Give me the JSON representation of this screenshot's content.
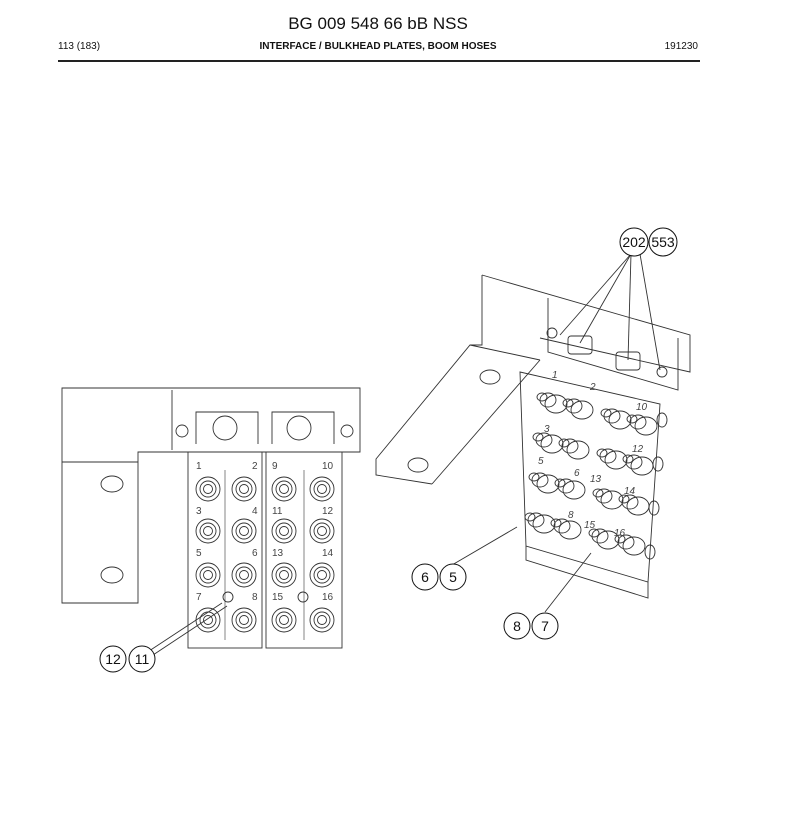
{
  "header": {
    "doc_title": "BG 009 548 66 bB NSS",
    "page": "113 (183)",
    "section_title": "INTERFACE / BULKHEAD PLATES, BOOM HOSES",
    "doc_date": "191230"
  },
  "callouts": {
    "left_a": "12",
    "left_b": "11",
    "r_top_a": "202",
    "r_top_b": "553",
    "r_mid_a": "6",
    "r_mid_b": "5",
    "r_low_a": "8",
    "r_low_b": "7"
  },
  "left_ports": [
    "1",
    "2",
    "9",
    "10",
    "3",
    "4",
    "11",
    "12",
    "5",
    "6",
    "13",
    "14",
    "7",
    "8",
    "15",
    "16"
  ],
  "right_ports": [
    "1",
    "2",
    "10",
    "3",
    "12",
    "5",
    "6",
    "13",
    "14",
    "8",
    "15",
    "16"
  ]
}
